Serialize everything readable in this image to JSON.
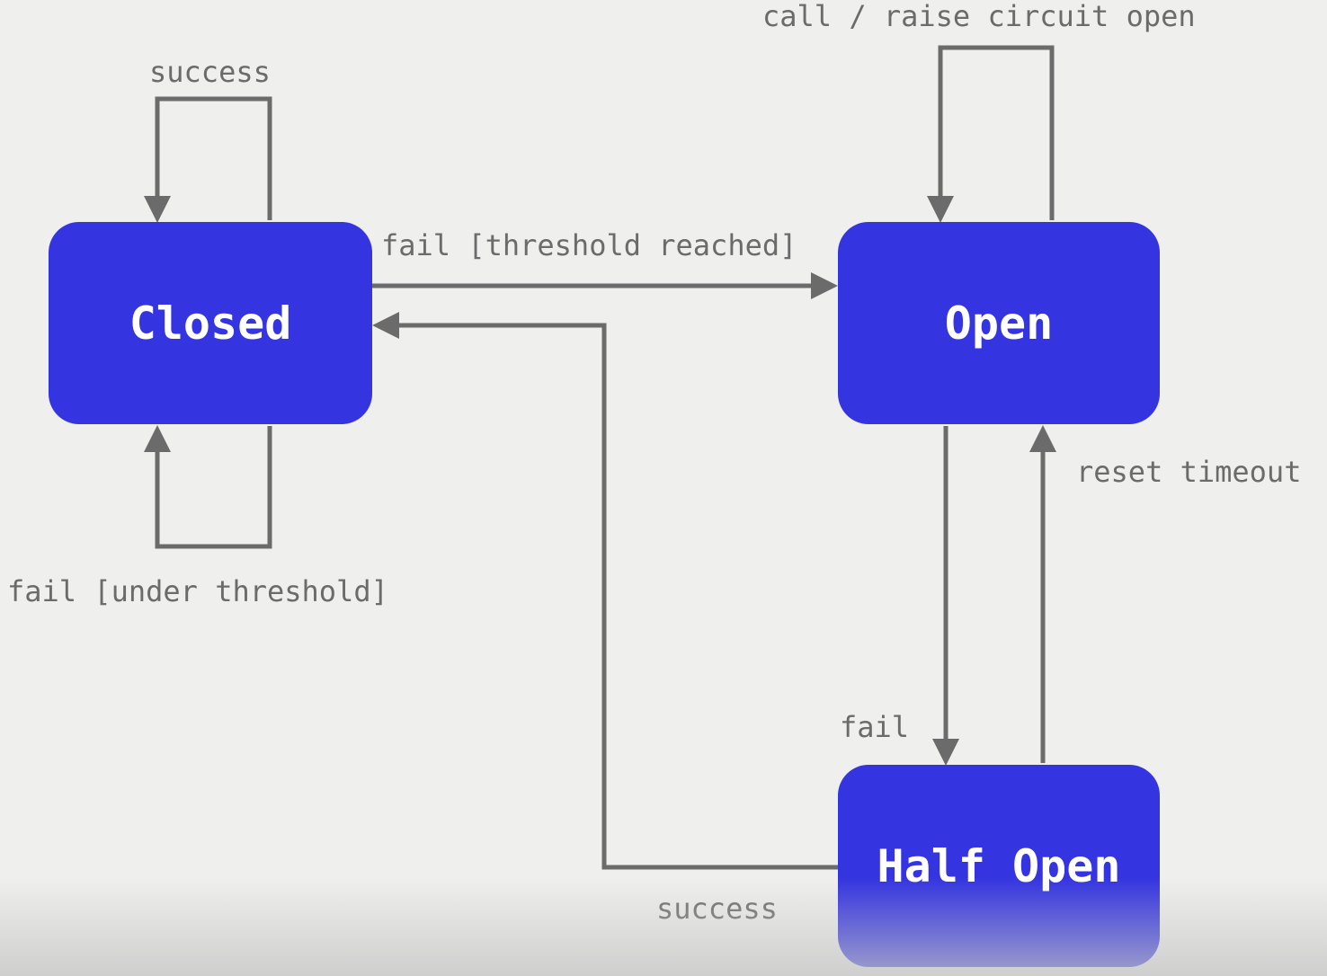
{
  "states": {
    "closed": "Closed",
    "open": "Open",
    "half_open": "Half Open"
  },
  "transitions": {
    "closed_success": "success",
    "closed_to_open": "fail [threshold reached]",
    "open_self": "call / raise circuit open",
    "closed_fail_under": "fail [under threshold]",
    "open_to_half_open": "reset timeout",
    "half_open_to_open": "fail",
    "half_open_to_closed": "success"
  },
  "colors": {
    "state_fill": "#3434e0",
    "edge": "#6b6b6b",
    "background": "#efefee"
  }
}
